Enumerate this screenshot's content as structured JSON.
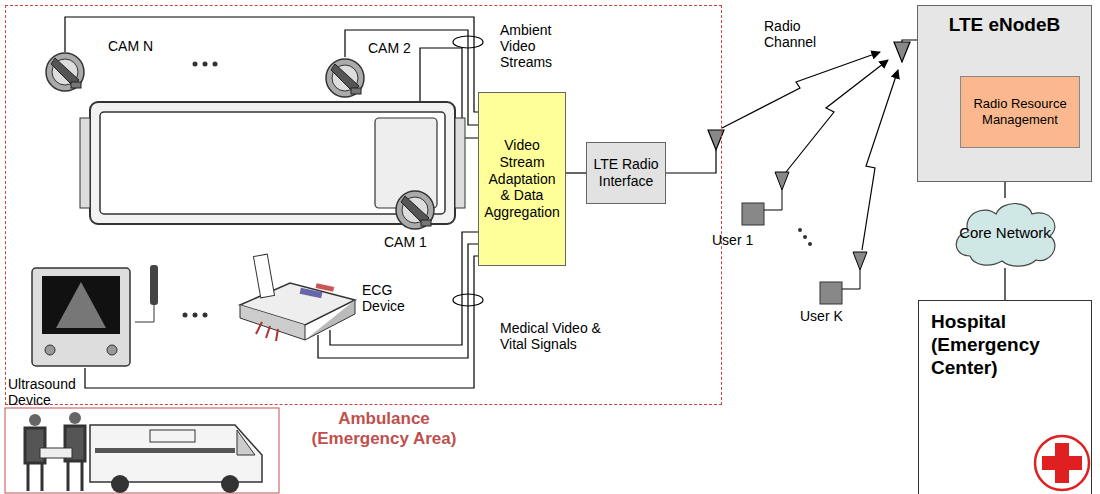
{
  "diagram": {
    "nodes": [
      {
        "text": [
          "Ambulance (Emergency Area)"
        ]
      },
      {
        "text": [
          "Video Stream Adaptation & Data Aggregation"
        ],
        "in": 0
      },
      {
        "text": [
          "LTE Radio Interface"
        ],
        "in": 0
      },
      {
        "text": [
          "LTE eNodeB"
        ]
      },
      {
        "text": [
          "Radio Resource Management"
        ],
        "in": 3
      },
      {
        "text": [
          "Core Network"
        ]
      },
      {
        "text": [
          "Hospital (Emergency Center)"
        ]
      }
    ],
    "edges": [
      {
        "from": 1,
        "to": 2,
        "arrow": "none"
      },
      {
        "from": 3,
        "to": 5,
        "arrow": "none"
      },
      {
        "from": 5,
        "to": 6,
        "arrow": "none"
      }
    ],
    "labels": [
      "Ambient Video Streams",
      "CAM N",
      "CAM 2",
      "CAM 1",
      "ECG Device",
      "Ultrasound Device",
      "Medical Video & Vital Signals",
      "Radio Channel",
      "User 1",
      "User K"
    ]
  }
}
